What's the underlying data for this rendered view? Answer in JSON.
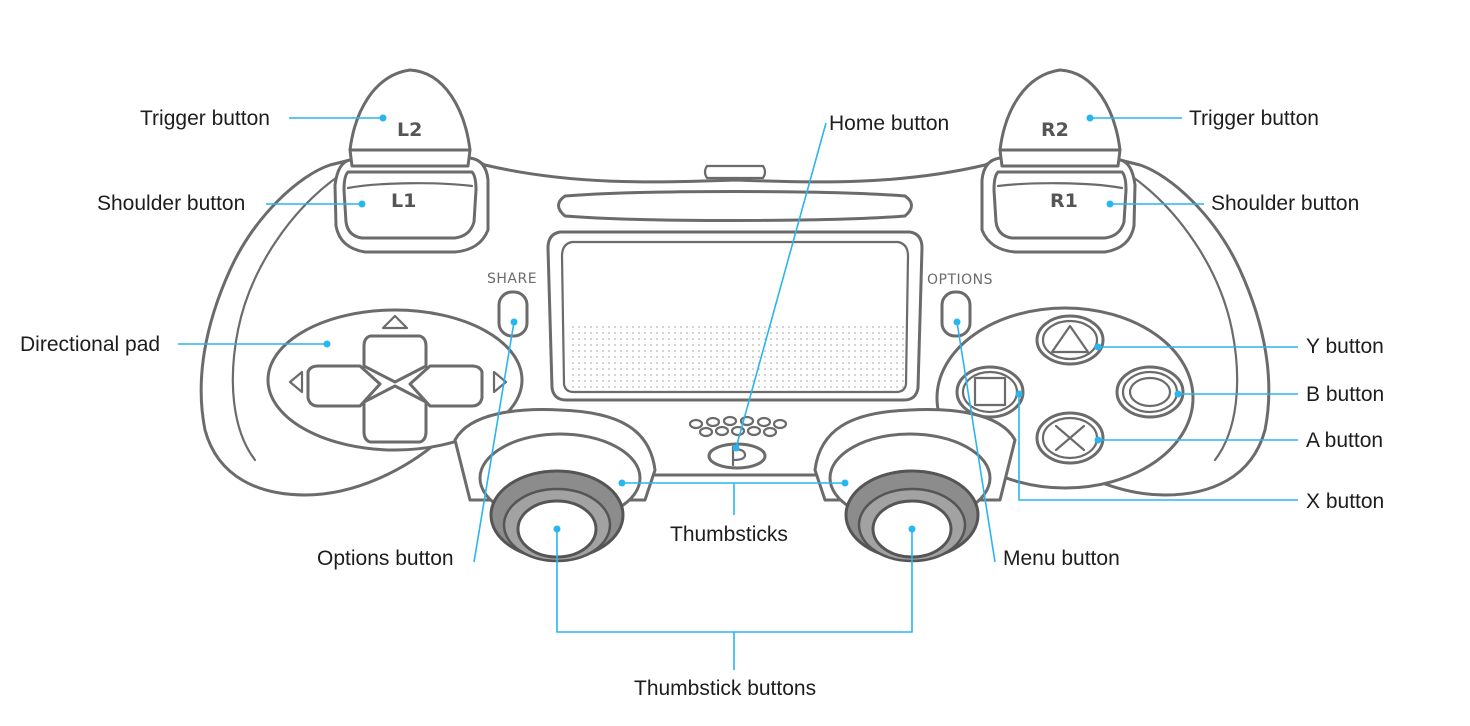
{
  "controller": {
    "l2": "L2",
    "l1": "L1",
    "r2": "R2",
    "r1": "R1",
    "share": "SHARE",
    "options": "OPTIONS"
  },
  "callouts": {
    "trigger_left": "Trigger button",
    "shoulder_left": "Shoulder button",
    "directional_pad": "Directional pad",
    "options_button": "Options button",
    "home_button": "Home button",
    "thumbsticks": "Thumbsticks",
    "thumbstick_buttons": "Thumbstick buttons",
    "menu_button": "Menu button",
    "trigger_right": "Trigger button",
    "shoulder_right": "Shoulder button",
    "y_button": "Y button",
    "b_button": "B button",
    "a_button": "A button",
    "x_button": "X button"
  },
  "colors": {
    "leader": "#29b6ef",
    "outline": "#6b6b6b",
    "thumbstick": "#8c8c8c"
  }
}
